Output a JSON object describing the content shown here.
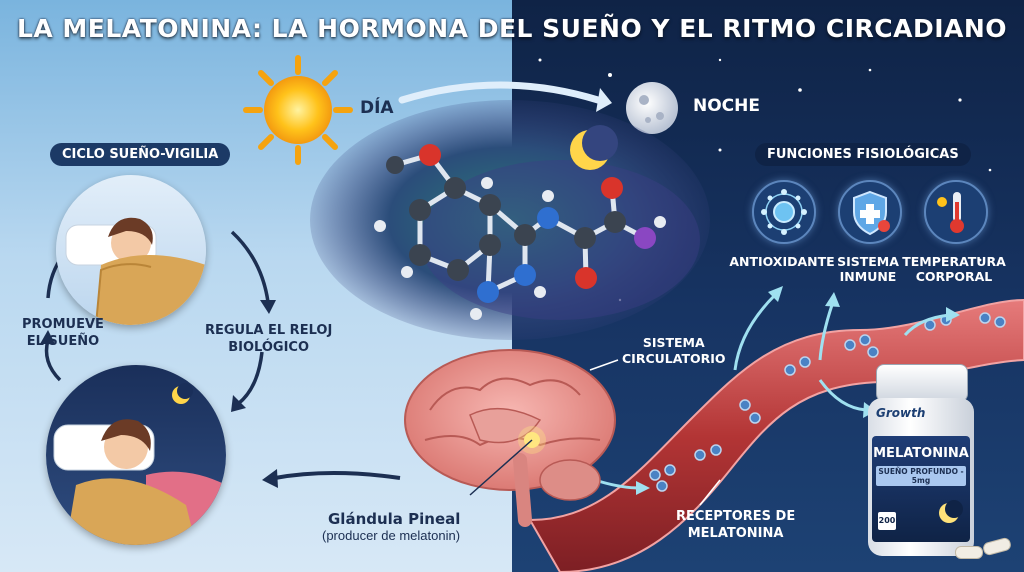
{
  "title": "LA MELATONINA: LA HORMONA DEL SUEÑO Y EL RITMO CIRCADIANO",
  "day_label": "DÍA",
  "night_label": "NOCHE",
  "cycle": {
    "heading": "CICLO SUEÑO-VIGILIA",
    "left_label_1": "PROMUEVE",
    "left_label_2": "EL SUEÑO",
    "right_label_1": "REGULA EL RELOJ",
    "right_label_2": "BIOLÓGICO"
  },
  "functions": {
    "heading": "FUNCIONES FISIOLÓGICAS",
    "items": [
      {
        "label_1": "ANTIOXIDANTE",
        "label_2": "",
        "icon": "atom-icon"
      },
      {
        "label_1": "SISTEMA",
        "label_2": "INMUNE",
        "icon": "shield-icon"
      },
      {
        "label_1": "TEMPERATURA",
        "label_2": "CORPORAL",
        "icon": "thermometer-icon"
      }
    ]
  },
  "circulatory_1": "SISTEMA",
  "circulatory_2": "CIRCULATORIO",
  "pineal_1": "Glándula Pineal",
  "pineal_2": "(producer de melatonin)",
  "receptors_1": "RECEPTORES DE",
  "receptors_2": "MELATONINA",
  "bottle": {
    "brand": "Growth",
    "name": "MELATONINA",
    "subtitle": "SUEÑO PROFUNDO - 5mg",
    "count": "200"
  },
  "colors": {
    "day": "#8cc0e6",
    "night": "#132b55",
    "vessel": "#b83a3a",
    "accent": "#1c3f73"
  }
}
